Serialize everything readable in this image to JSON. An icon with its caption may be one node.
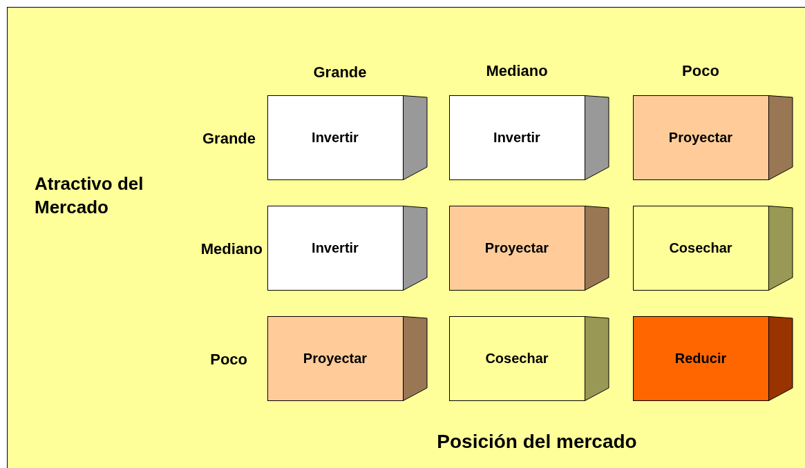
{
  "diagram": {
    "nodes": [
      {
        "text": [
          "Invertir"
        ]
      },
      {
        "text": [
          "Invertir"
        ]
      },
      {
        "text": [
          "Proyectar"
        ]
      },
      {
        "text": [
          "Invertir"
        ]
      },
      {
        "text": [
          "Proyectar"
        ]
      },
      {
        "text": [
          "Cosechar"
        ]
      },
      {
        "text": [
          "Proyectar"
        ]
      },
      {
        "text": [
          "Cosechar"
        ]
      },
      {
        "text": [
          "Reducir"
        ]
      }
    ],
    "labels": [
      "Grande",
      "Mediano",
      "Poco",
      "Grande",
      "Atractivo del Mercado",
      "Mediano",
      "Poco",
      "Posición del mercado"
    ]
  }
}
